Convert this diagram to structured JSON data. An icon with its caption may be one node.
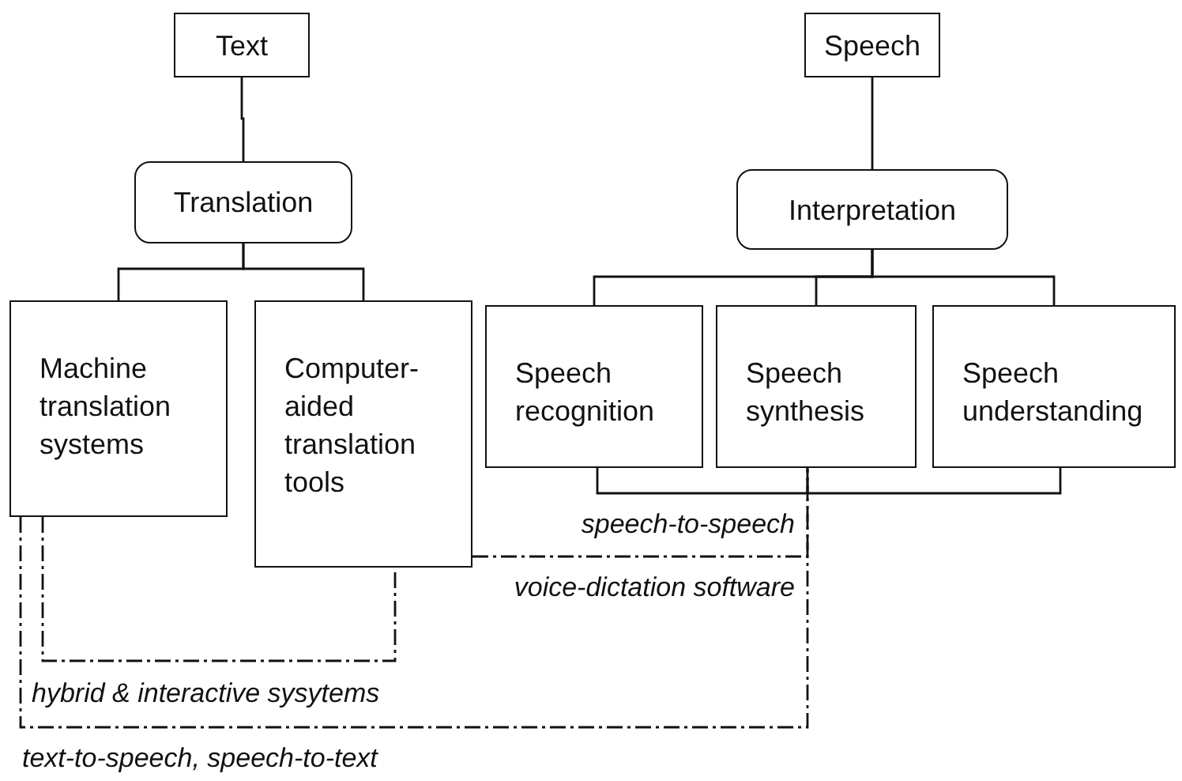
{
  "diagram": {
    "nodes": [
      {
        "text": [
          "Text"
        ]
      },
      {
        "text": [
          "Translation"
        ]
      },
      {
        "text": [
          "Machine translation systems"
        ]
      },
      {
        "text": [
          "Computer-aided translation tools"
        ]
      },
      {
        "text": [
          "Speech"
        ]
      },
      {
        "text": [
          "Interpretation"
        ]
      },
      {
        "text": [
          "Speech recognition"
        ]
      },
      {
        "text": [
          "Speech synthesis"
        ]
      },
      {
        "text": [
          "Speech understanding"
        ]
      }
    ],
    "edges": [
      {
        "from": 0,
        "to": 1,
        "arrow": "none"
      },
      {
        "from": 1,
        "to": 2,
        "arrow": "none"
      },
      {
        "from": 1,
        "to": 3,
        "arrow": "none"
      },
      {
        "from": 4,
        "to": 5,
        "arrow": "none"
      },
      {
        "from": 5,
        "to": 6,
        "arrow": "none"
      },
      {
        "from": 5,
        "to": 7,
        "arrow": "none"
      },
      {
        "from": 5,
        "to": 8,
        "arrow": "none"
      },
      {
        "from": 6,
        "to": 8,
        "arrow": "none",
        "label": "speech-to-speech"
      },
      {
        "from": 3,
        "to": 7,
        "arrow": "none",
        "label": "voice-dictation software",
        "style": "dashed"
      },
      {
        "from": 2,
        "to": 3,
        "arrow": "none",
        "label": "hybrid & interactive sysytems",
        "style": "dashed"
      },
      {
        "from": 2,
        "to": 7,
        "arrow": "none",
        "label": "text-to-speech, speech-to-text",
        "style": "dashed"
      }
    ]
  }
}
